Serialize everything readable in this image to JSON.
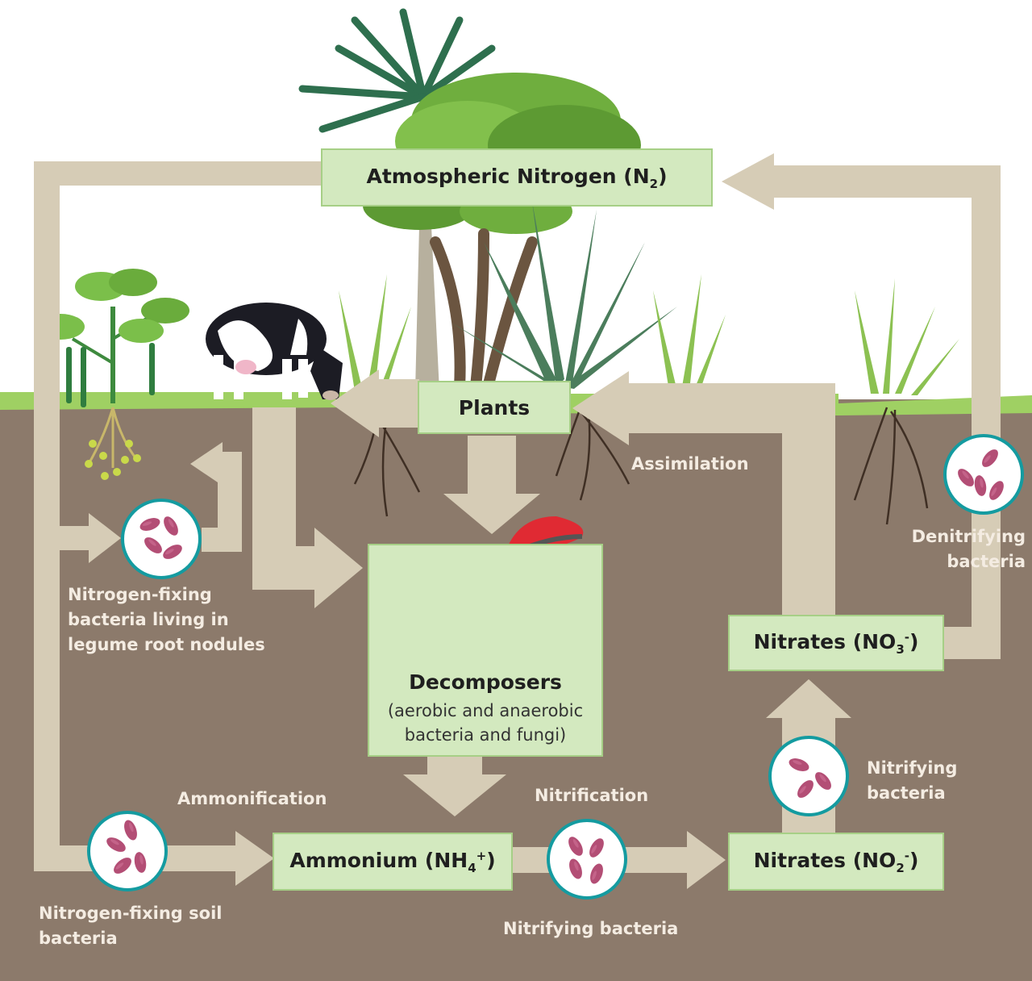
{
  "diagram": {
    "boxes": {
      "atmospheric": {
        "label": "Atmospheric Nitrogen (N",
        "sub": "2",
        "tail": ")"
      },
      "plants": {
        "label": "Plants"
      },
      "decomposers": {
        "title": "Decomposers",
        "subtitle_line1": "(aerobic and anaerobic",
        "subtitle_line2": "bacteria and fungi)"
      },
      "ammonium": {
        "label": "Ammonium (NH",
        "sub": "4",
        "sup": "+",
        "tail": ")"
      },
      "nitrates_no2": {
        "label": "Nitrates (NO",
        "sub": "2",
        "sup": "-",
        "tail": ")"
      },
      "nitrates_no3": {
        "label": "Nitrates (NO",
        "sub": "3",
        "sup": "-",
        "tail": ")"
      }
    },
    "labels": {
      "assimilation": "Assimilation",
      "ammonification": "Ammonification",
      "nitrification": "Nitrification",
      "denitrifying_line1": "Denitrifying",
      "denitrifying_line2": "bacteria",
      "nitrifying_right_line1": "Nitrifying",
      "nitrifying_right_line2": "bacteria",
      "nitrifying_bottom": "Nitrifying bacteria",
      "legume_line1": "Nitrogen-fixing",
      "legume_line2": "bacteria living in",
      "legume_line3": "legume root nodules",
      "soil_line1": "Nitrogen-fixing soil",
      "soil_line2": "bacteria"
    },
    "colors": {
      "soil": "#8c7a6b",
      "grass": "#9fd063",
      "arrow": "#d6ccb6",
      "box_fill": "#d3e9bf",
      "box_border": "#a6cf86",
      "bacteria": "#b34e75",
      "circle_ring": "#149ba0",
      "mushroom_cap": "#e02a33",
      "label_text": "#f4ece2"
    },
    "icons": [
      "palm-tree-icon",
      "shrub-icon",
      "legume-plant-icon",
      "cow-icon",
      "grass-icon",
      "mushroom-icon",
      "bacteria-icon"
    ]
  }
}
